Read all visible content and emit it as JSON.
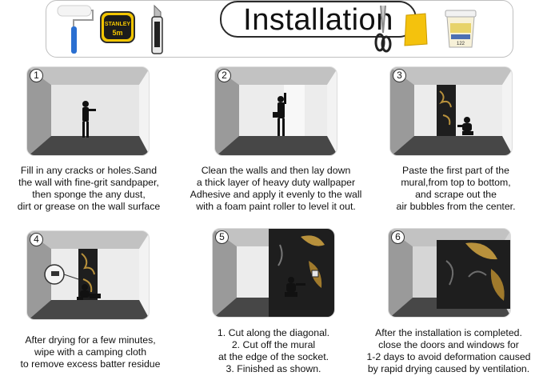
{
  "header": {
    "title": "Installation",
    "tape_brand": "STANLEY",
    "tape_size": "5m",
    "bucket_label": "122"
  },
  "steps": [
    {
      "number": "1",
      "lines": [
        "Fill in any cracks or holes.Sand",
        "the wall with fine-grit sandpaper,",
        "then sponge the any dust,",
        "dirt or grease on the wall surface"
      ]
    },
    {
      "number": "2",
      "lines": [
        "Clean the walls and then lay down",
        "a thick layer of heavy duty wallpaper",
        "Adhesive and apply it evenly to the wall",
        "with a foam paint roller to level it out."
      ]
    },
    {
      "number": "3",
      "lines": [
        "Paste the first part of the",
        "mural,from top to bottom,",
        "and scrape out the",
        "air bubbles from the center."
      ]
    },
    {
      "number": "4",
      "lines": [
        "After drying for a few minutes,",
        "wipe with a camping cloth",
        "to remove excess batter residue"
      ]
    },
    {
      "number": "5",
      "lines": [
        "1. Cut along the diagonal.",
        "2. Cut off the mural",
        "at the edge of the socket.",
        "3. Finished as shown."
      ]
    },
    {
      "number": "6",
      "lines": [
        "After the installation is completed.",
        "close the doors and windows for",
        "1-2 days to avoid deformation caused",
        "by rapid drying caused by ventilation."
      ]
    }
  ],
  "icons": [
    "paint-roller-icon",
    "tape-measure-icon",
    "utility-knife-icon",
    "scissors-icon",
    "scraper-icon",
    "adhesive-bucket-icon"
  ],
  "colors": {
    "wall_light": "#d9d9d9",
    "floor_dark": "#3a3a3a",
    "mural_dark": "#1e1e1e",
    "gold_leaf": "#b8913c",
    "roller_blue": "#2a6fd1",
    "tape_yellow": "#f2c500",
    "scraper_yellow": "#f4c20d"
  }
}
